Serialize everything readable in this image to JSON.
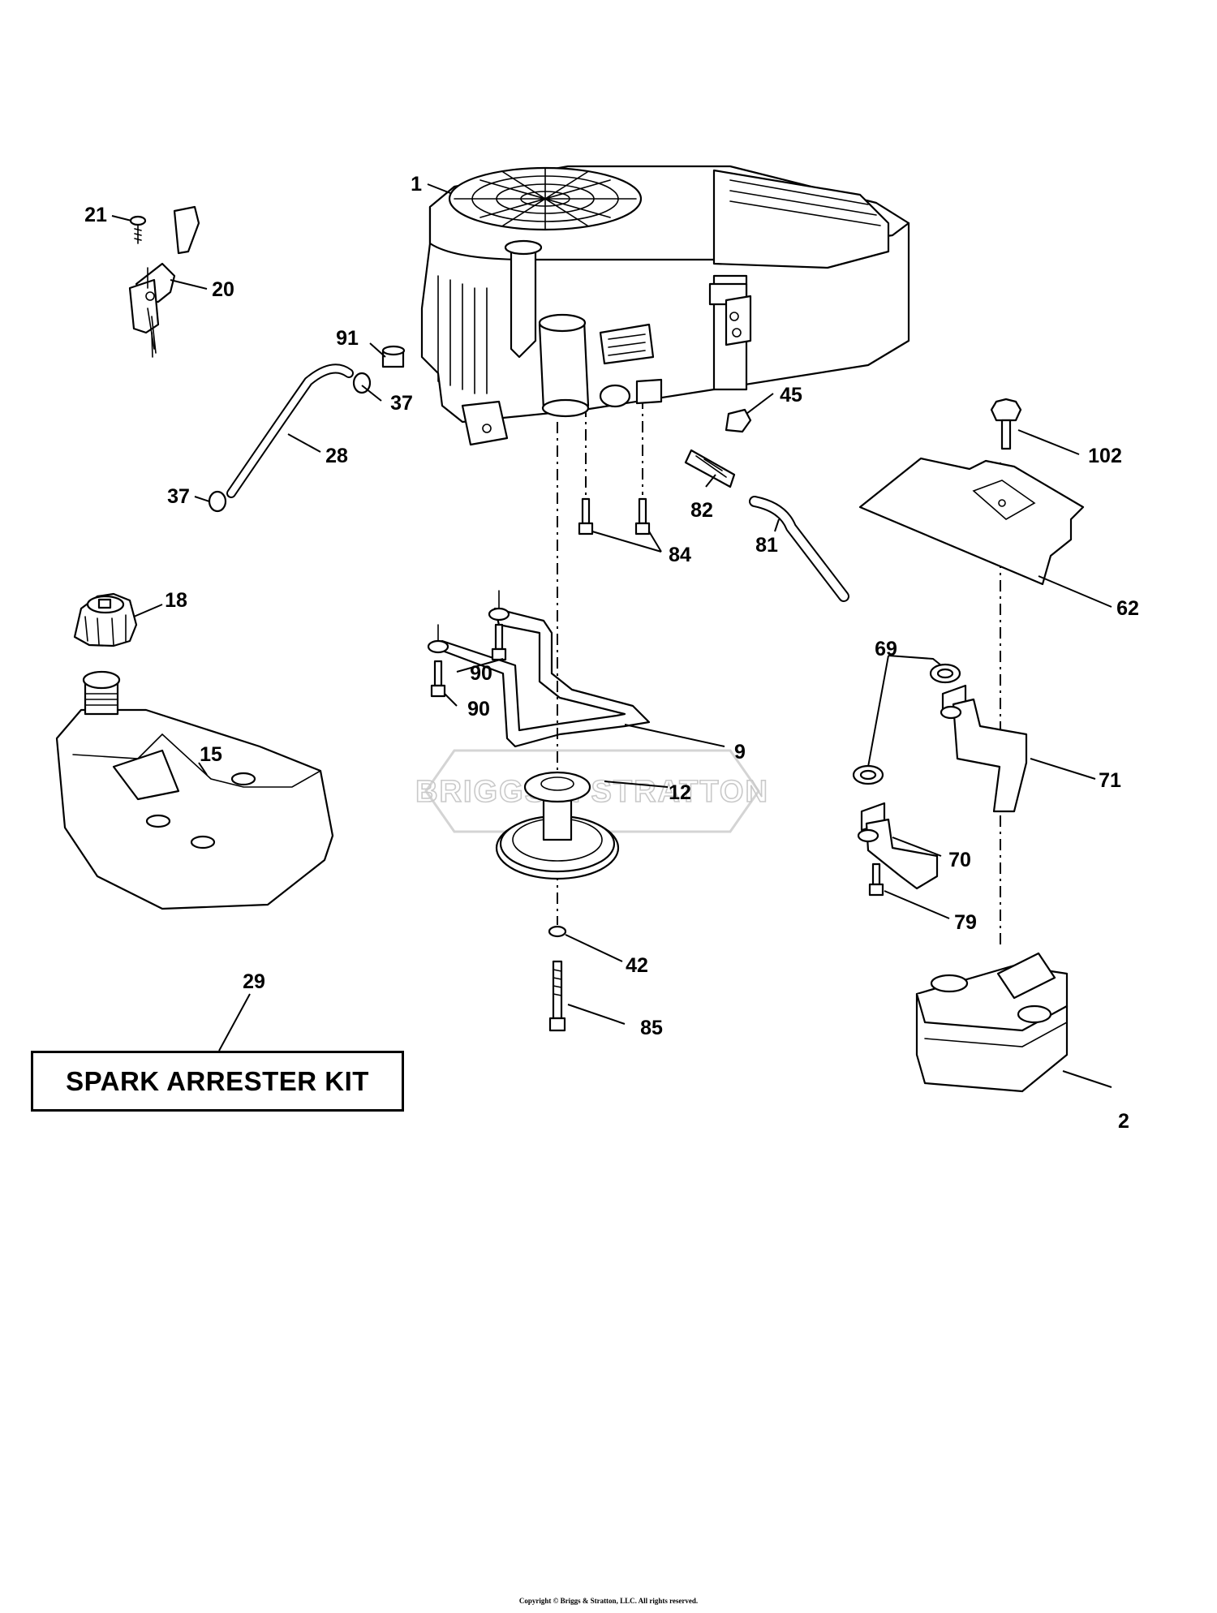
{
  "watermark": "BRIGGS & STRATTON",
  "copyright": "Copyright © Briggs & Stratton, LLC. All rights reserved.",
  "kit_box_label": "SPARK ARRESTER KIT",
  "callouts": {
    "c1": "1",
    "c2": "2",
    "c9": "9",
    "c12": "12",
    "c15": "15",
    "c18": "18",
    "c20": "20",
    "c21": "21",
    "c28": "28",
    "c29": "29",
    "c37a": "37",
    "c37b": "37",
    "c42": "42",
    "c45": "45",
    "c62": "62",
    "c69": "69",
    "c70": "70",
    "c71": "71",
    "c79": "79",
    "c81": "81",
    "c82": "82",
    "c84": "84",
    "c85": "85",
    "c90a": "90",
    "c90b": "90",
    "c91": "91",
    "c102": "102"
  }
}
